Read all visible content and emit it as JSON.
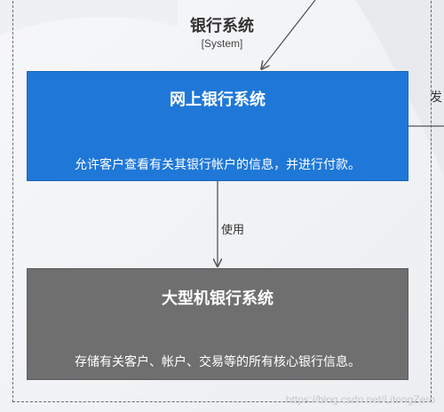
{
  "boundary": {
    "title": "银行系统",
    "type": "[System]"
  },
  "containers": [
    {
      "title": "网上银行系统",
      "description": "允许客户查看有关其银行帐户的信息，并进行付款。",
      "color": "#1f78d8"
    },
    {
      "title": "大型机银行系统",
      "description": "存储有关客户、帐户、交易等的所有核心银行信息。",
      "color": "#6f6f6f"
    }
  ],
  "relationships": [
    {
      "label": "使用"
    }
  ],
  "partial_label": "发",
  "watermark": "https://blog.csdn.net/LitongZero"
}
